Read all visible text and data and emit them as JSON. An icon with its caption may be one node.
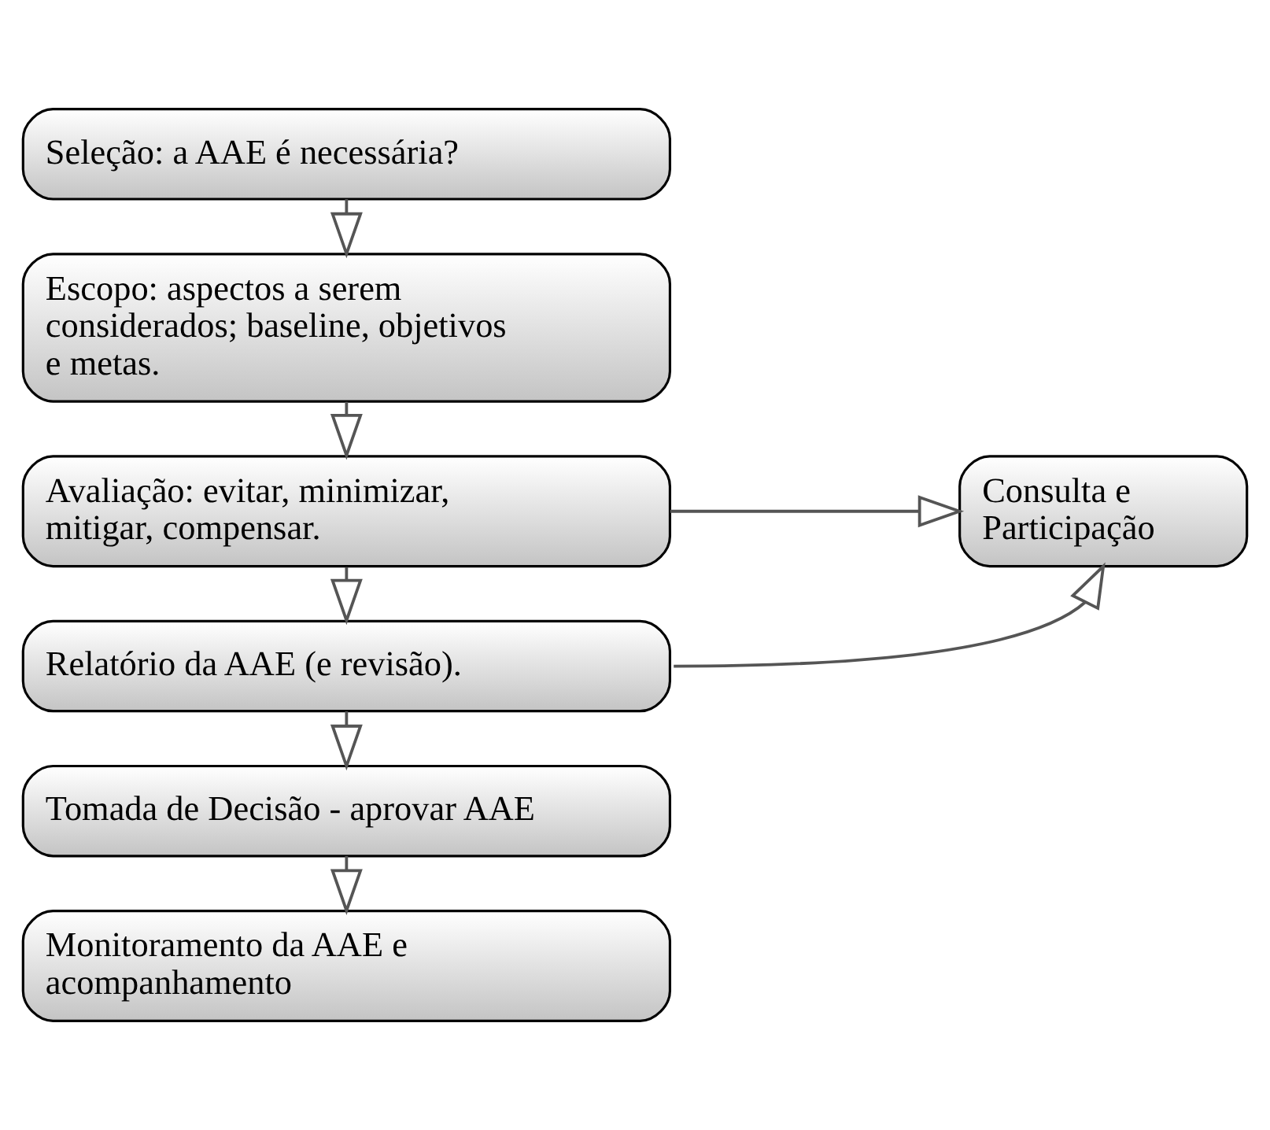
{
  "diagram": {
    "nodes": [
      {
        "text": [
          "Seleção: a AAE é necessária?"
        ]
      },
      {
        "text": [
          "Escopo: aspectos a serem considerados; baseline, objetivos e metas."
        ]
      },
      {
        "text": [
          "Avaliação: evitar, minimizar, mitigar, compensar."
        ]
      },
      {
        "text": [
          "Relatório da AAE (e revisão)."
        ]
      },
      {
        "text": [
          "Tomada de Decisão - aprovar AAE"
        ]
      },
      {
        "text": [
          "Monitoramento da AAE e acompanhamento"
        ]
      },
      {
        "text": [
          "Consulta e Participação"
        ]
      }
    ],
    "edges": [
      {
        "from": 0,
        "to": 1,
        "arrow": "to"
      },
      {
        "from": 1,
        "to": 2,
        "arrow": "to"
      },
      {
        "from": 2,
        "to": 3,
        "arrow": "to"
      },
      {
        "from": 3,
        "to": 4,
        "arrow": "to"
      },
      {
        "from": 4,
        "to": 5,
        "arrow": "to"
      },
      {
        "from": 2,
        "to": 6,
        "arrow": "to"
      },
      {
        "from": 3,
        "to": 6,
        "arrow": "to"
      }
    ]
  }
}
